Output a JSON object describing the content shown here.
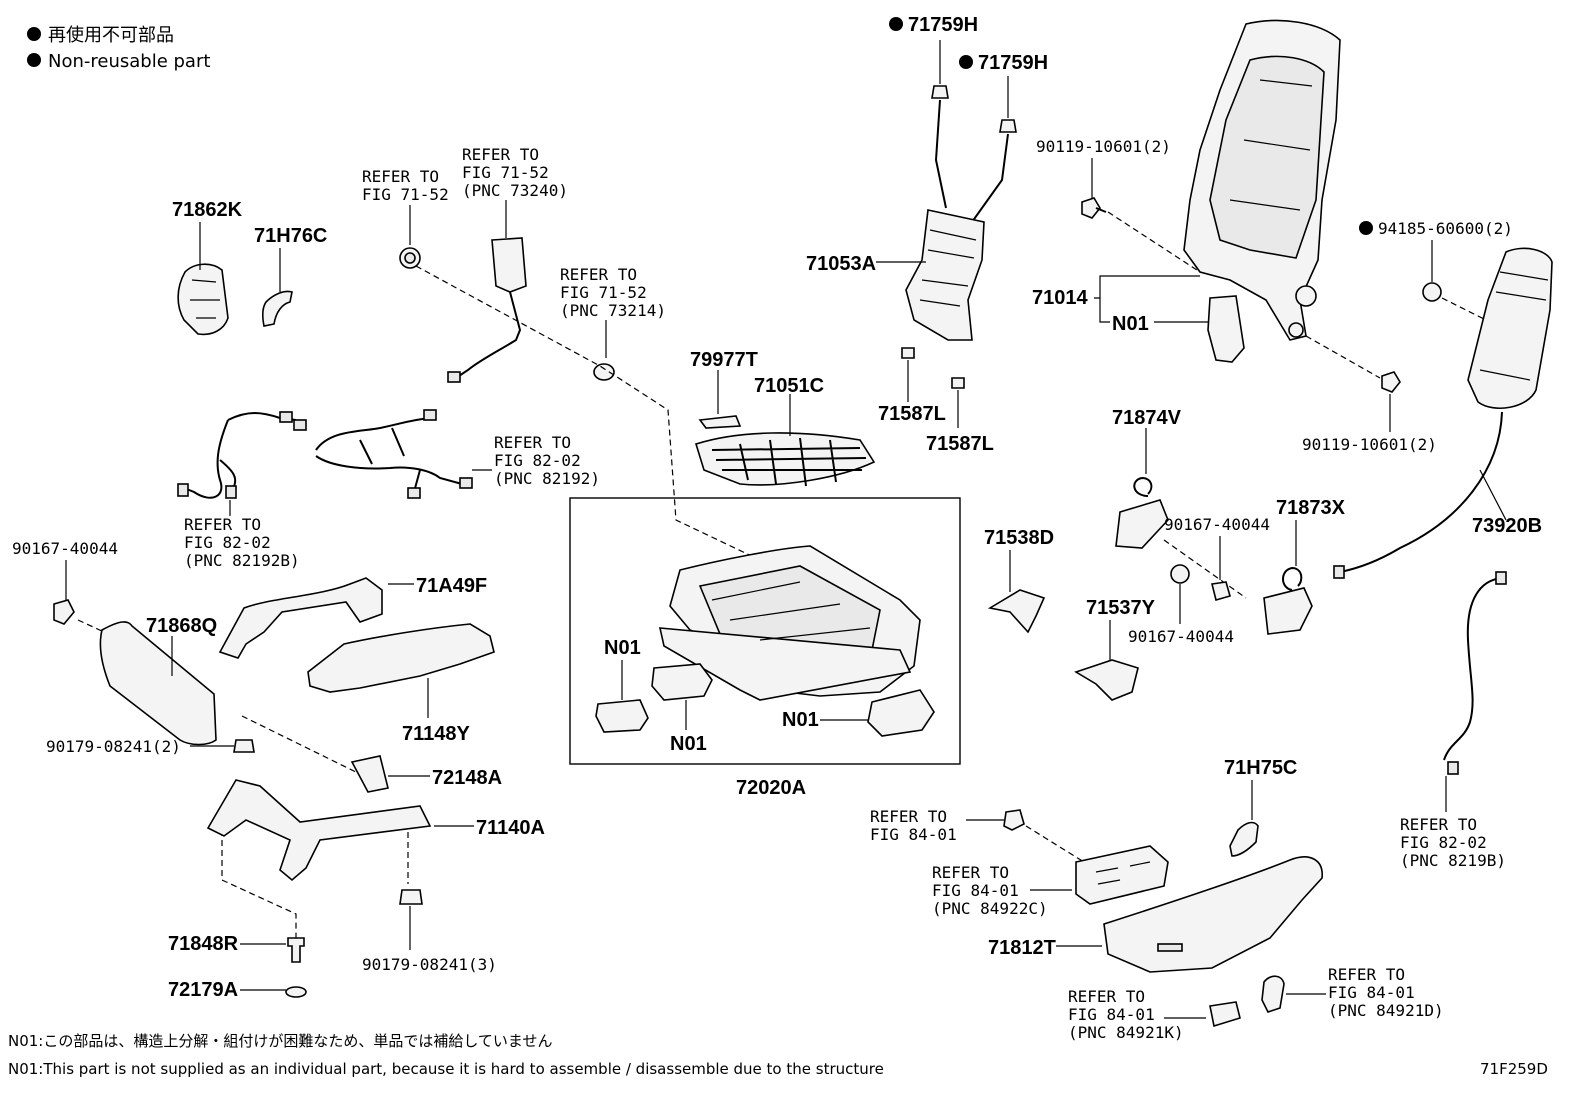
{
  "legend": {
    "jp": "再使用不可部品",
    "en": "Non-reusable part"
  },
  "labels": {
    "p71759H_a": "71759H",
    "p71759H_b": "71759H",
    "p71862K": "71862K",
    "p71H76C": "71H76C",
    "ref_fig7152_a_l1": "REFER TO",
    "ref_fig7152_a_l2": "FIG 71-52",
    "ref_fig7152_b_l1": "REFER TO",
    "ref_fig7152_b_l2": "FIG 71-52",
    "ref_fig7152_b_l3": "(PNC 73240)",
    "ref_fig7152_c_l1": "REFER TO",
    "ref_fig7152_c_l2": "FIG 71-52",
    "ref_fig7152_c_l3": "(PNC 73214)",
    "p71053A": "71053A",
    "p90119_a": "90119-10601(2)",
    "p94185": "94185-60600(2)",
    "p71014": "71014",
    "pN01_a": "N01",
    "p79977T": "79977T",
    "p71051C": "71051C",
    "p71587L_a": "71587L",
    "p71587L_b": "71587L",
    "p90119_b": "90119-10601(2)",
    "ref_fig8202_a_l1": "REFER TO",
    "ref_fig8202_a_l2": "FIG 82-02",
    "ref_fig8202_a_l3": "(PNC 82192)",
    "ref_fig8202_b_l1": "REFER TO",
    "ref_fig8202_b_l2": "FIG 82-02",
    "ref_fig8202_b_l3": "(PNC 82192B)",
    "p71874V": "71874V",
    "p90167_a": "90167-40044",
    "p71873X": "71873X",
    "p73920B": "73920B",
    "p90167_b": "90167-40044",
    "p71538D": "71538D",
    "p90167_c": "90167-40044",
    "p71537Y": "71537Y",
    "p71A49F": "71A49F",
    "p71868Q": "71868Q",
    "p71148Y": "71148Y",
    "pN01_b": "N01",
    "pN01_c": "N01",
    "pN01_d": "N01",
    "p72020A": "72020A",
    "p90179_a": "90179-08241(2)",
    "p72148A": "72148A",
    "p71140A": "71140A",
    "p71H75C": "71H75C",
    "ref_fig8401_a_l1": "REFER TO",
    "ref_fig8401_a_l2": "FIG 84-01",
    "ref_fig8401_b_l1": "REFER TO",
    "ref_fig8401_b_l2": "FIG 84-01",
    "ref_fig8401_b_l3": "(PNC 84922C)",
    "ref_fig8202_c_l1": "REFER TO",
    "ref_fig8202_c_l2": "FIG 82-02",
    "ref_fig8202_c_l3": "(PNC 8219B)",
    "p71812T": "71812T",
    "p71848R": "71848R",
    "p90179_b": "90179-08241(3)",
    "p72179A": "72179A",
    "ref_fig8401_c_l1": "REFER TO",
    "ref_fig8401_c_l2": "FIG 84-01",
    "ref_fig8401_c_l3": "(PNC 84921K)",
    "ref_fig8401_d_l1": "REFER TO",
    "ref_fig8401_d_l2": "FIG 84-01",
    "ref_fig8401_d_l3": "(PNC 84921D)"
  },
  "notes": {
    "jp": "N01:この部品は、構造上分解・組付けが困難なため、単品では補給していません",
    "en": "N01:This part is not supplied as an individual part, because it is hard to assemble / disassemble due to the structure"
  },
  "figure_id": "71F259D"
}
